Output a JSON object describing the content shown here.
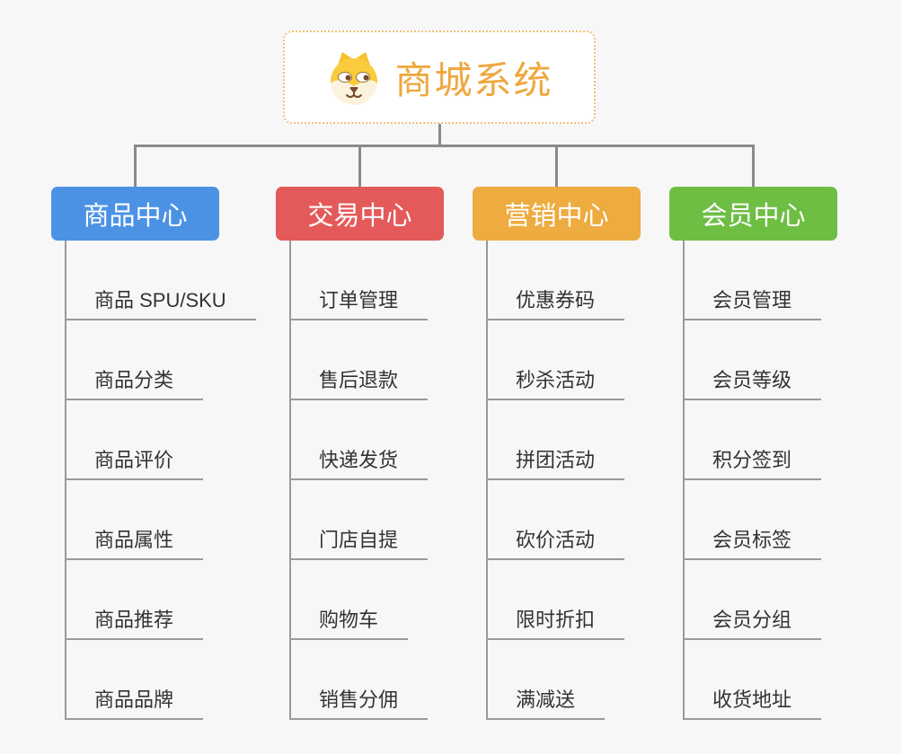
{
  "root": {
    "title": "商城系统",
    "icon": "dog-face-icon",
    "text_color": "#efa73e",
    "border_color": "#f0c078",
    "background": "#ffffff"
  },
  "connector_color": "#8a8a8a",
  "leaf_line_color": "#9a9a9a",
  "leaf_text_color": "#333333",
  "page_background": "#f7f7f8",
  "branches": [
    {
      "label": "商品中心",
      "color": "#4b92e5",
      "children": [
        "商品 SPU/SKU",
        "商品分类",
        "商品评价",
        "商品属性",
        "商品推荐",
        "商品品牌"
      ]
    },
    {
      "label": "交易中心",
      "color": "#e45a5a",
      "children": [
        "订单管理",
        "售后退款",
        "快递发货",
        "门店自提",
        "购物车",
        "销售分佣"
      ]
    },
    {
      "label": "营销中心",
      "color": "#eeab40",
      "children": [
        "优惠券码",
        "秒杀活动",
        "拼团活动",
        "砍价活动",
        "限时折扣",
        "满减送"
      ]
    },
    {
      "label": "会员中心",
      "color": "#6fbe44",
      "children": [
        "会员管理",
        "会员等级",
        "积分签到",
        "会员标签",
        "会员分组",
        "收货地址"
      ]
    }
  ]
}
